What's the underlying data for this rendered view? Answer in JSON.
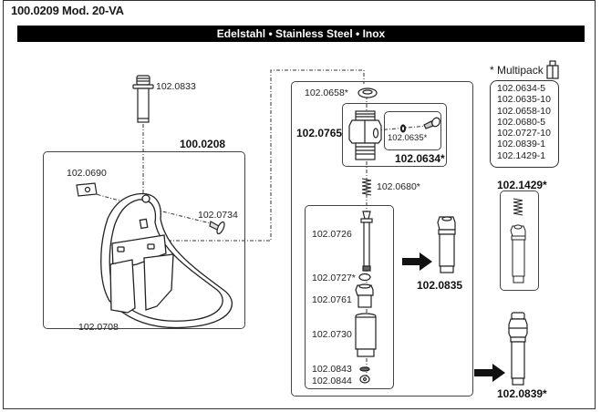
{
  "header": {
    "title": "100.0209 Mod. 20-VA",
    "banner": "Edelstahl • Stainless Steel • Inox"
  },
  "bowl_assembly": {
    "label": "100.0208",
    "parts": {
      "pipe": "102.0833",
      "plate": "102.0690",
      "screw": "102.0734",
      "bowl": "102.0708"
    }
  },
  "valve_assembly": {
    "cap": "102.0658*",
    "body": "102.0765",
    "kit_label": "102.0634*",
    "kit_seal": "102.0635*",
    "spring": "102.0680*",
    "inner": {
      "stem": "102.0726",
      "washer": "102.0727*",
      "nut": "102.0761",
      "sleeve": "102.0730",
      "seal": "102.0843",
      "endnut": "102.0844"
    },
    "result_a": "102.0835"
  },
  "side": {
    "kit_1429": "102.1429*",
    "part_0839": "102.0839*"
  },
  "multipack": {
    "title": "* Multipack",
    "icon": "package-icon",
    "items": [
      "102.0634-5",
      "102.0635-10",
      "102.0658-10",
      "102.0680-5",
      "102.0727-10",
      "102.0839-1",
      "102.1429-1"
    ]
  }
}
